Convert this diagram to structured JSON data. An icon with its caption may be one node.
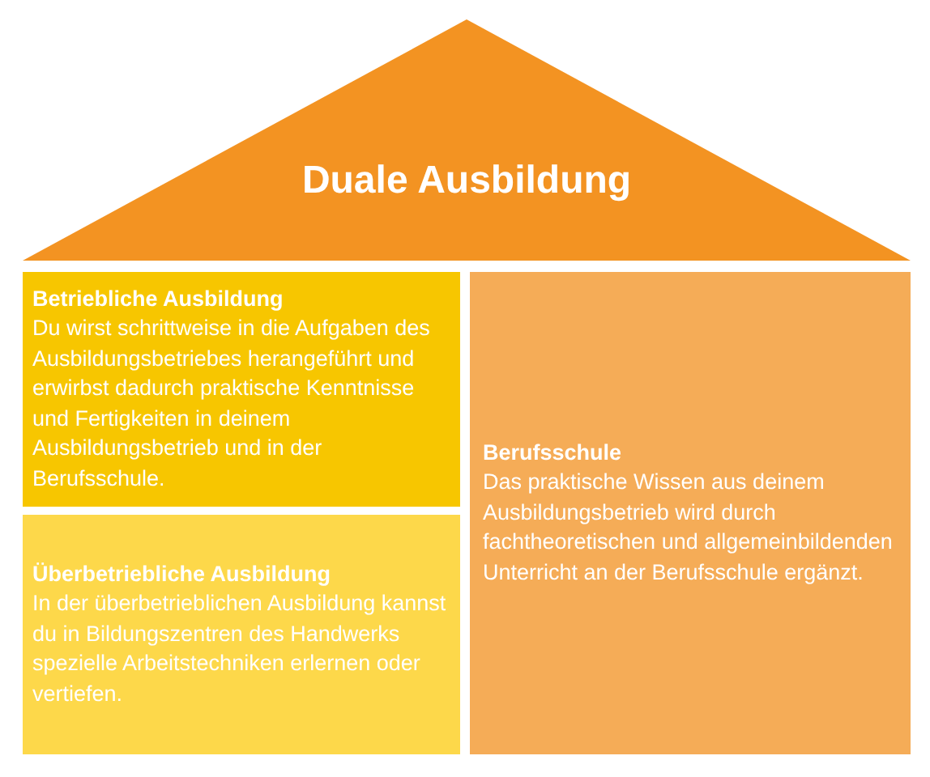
{
  "diagram": {
    "nodes": [
      {
        "text": [
          "Duale Ausbildung"
        ]
      },
      {
        "text": [
          "Betriebliche Ausbildung",
          "Du wirst schrittweise in die Aufgaben des Ausbildungsbetriebes herangeführt und erwirbst dadurch praktische Kenntnisse und Fertigkeiten in deinem Ausbildungsbetrieb und in der Berufsschule."
        ]
      },
      {
        "text": [
          "Überbetriebliche Ausbildung",
          "In der überbetrieblichen Ausbildung kannst du in Bildungszentren des Handwerks spezielle Arbeitstechniken erlernen oder vertiefen."
        ]
      },
      {
        "text": [
          "Berufsschule",
          "Das praktische Wissen aus deinem Ausbildungsbetrieb wird durch fachtheoretischen und allgemeinbildenden Unterricht an der Berufsschule ergänzt."
        ]
      }
    ]
  }
}
